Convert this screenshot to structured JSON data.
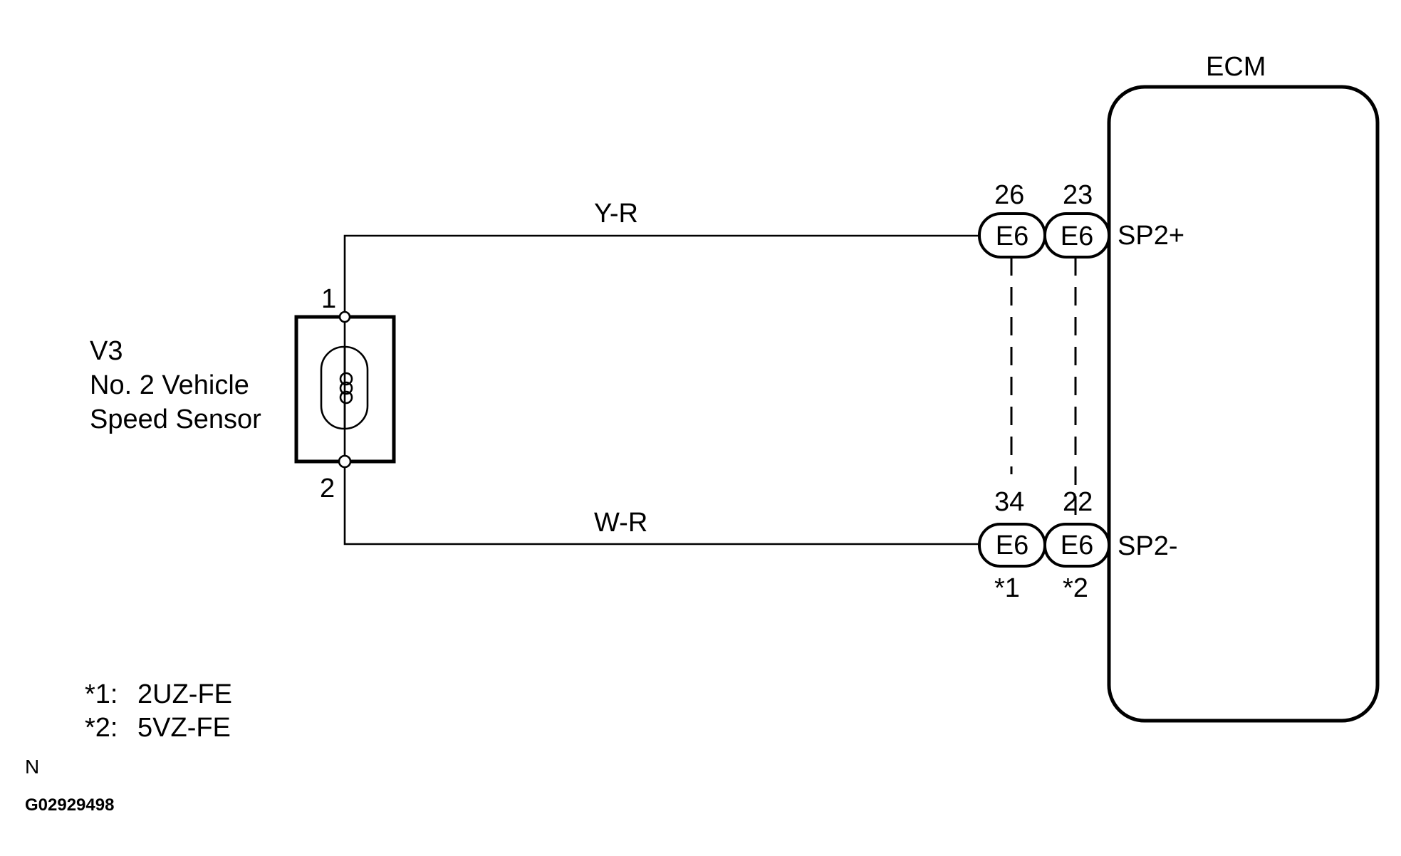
{
  "ecm": {
    "label": "ECM"
  },
  "sensor": {
    "code": "V3",
    "name_line1": "No. 2 Vehicle",
    "name_line2": "Speed Sensor",
    "pin_top": "1",
    "pin_bottom": "2"
  },
  "wires": {
    "top_color": "Y-R",
    "bottom_color": "W-R"
  },
  "connectors": {
    "top_left": {
      "pin": "26",
      "name": "E6"
    },
    "top_right": {
      "pin": "23",
      "name": "E6"
    },
    "bottom_left": {
      "pin": "34",
      "name": "E6",
      "note": "*1"
    },
    "bottom_right": {
      "pin": "22",
      "name": "E6",
      "note": "*2"
    }
  },
  "terminals": {
    "top": "SP2+",
    "bottom": "SP2-"
  },
  "notes": [
    {
      "key": "*1:",
      "value": "2UZ-FE"
    },
    {
      "key": "*2:",
      "value": "5VZ-FE"
    }
  ],
  "footer": {
    "letter": "N",
    "figure_id": "G02929498"
  },
  "colors": {
    "line": "#000000",
    "background": "#ffffff"
  }
}
